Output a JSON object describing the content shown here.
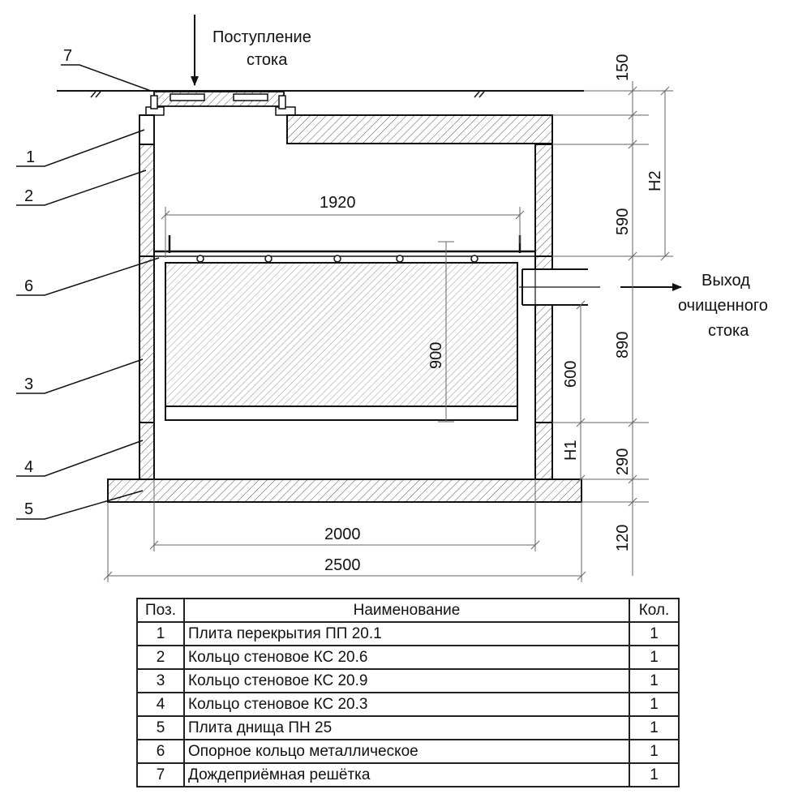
{
  "drawing": {
    "labels": {
      "inflow": [
        "Поступление",
        "стока"
      ],
      "outflow": [
        "Выход",
        "очищенного",
        "стока"
      ]
    },
    "callouts": [
      "1",
      "2",
      "3",
      "4",
      "5",
      "6",
      "7"
    ],
    "dimensions": {
      "d1920": "1920",
      "d2000": "2000",
      "d2500": "2500",
      "d900": "900",
      "d600": "600",
      "d150": "150",
      "d590": "590",
      "d890": "890",
      "d290": "290",
      "d120": "120",
      "h1": "H1",
      "h2": "H2"
    }
  },
  "table": {
    "headers": {
      "pos": "Поз.",
      "name": "Наименование",
      "qty": "Кол."
    },
    "rows": [
      {
        "pos": "1",
        "name": "Плита перекрытия ПП 20.1",
        "qty": "1"
      },
      {
        "pos": "2",
        "name": "Кольцо стеновое КС 20.6",
        "qty": "1"
      },
      {
        "pos": "3",
        "name": "Кольцо стеновое КС 20.9",
        "qty": "1"
      },
      {
        "pos": "4",
        "name": "Кольцо стеновое КС 20.3",
        "qty": "1"
      },
      {
        "pos": "5",
        "name": "Плита днища ПН 25",
        "qty": "1"
      },
      {
        "pos": "6",
        "name": "Опорное кольцо металлическое",
        "qty": "1"
      },
      {
        "pos": "7",
        "name": "Дождеприёмная решётка",
        "qty": "1"
      }
    ]
  }
}
